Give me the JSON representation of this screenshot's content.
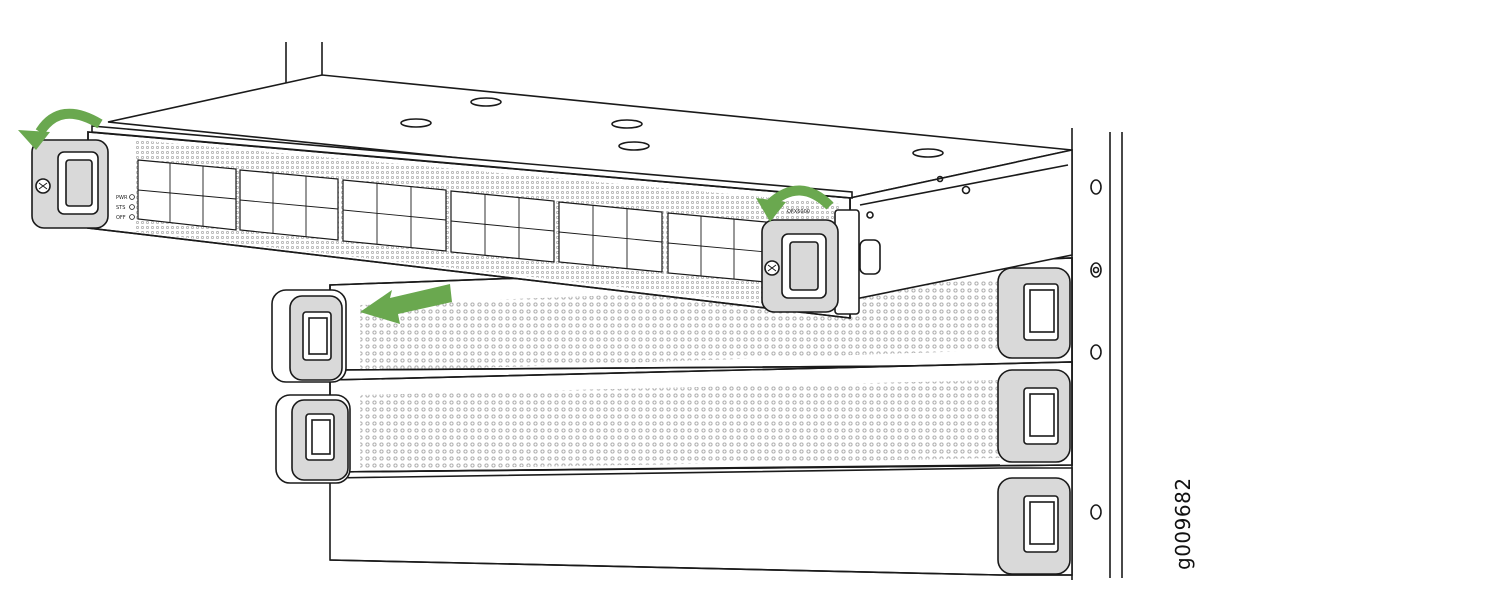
{
  "figure": {
    "id_label": "g009682",
    "led_labels": [
      "PWR",
      "STS",
      "OFF"
    ],
    "model_label": "QFX5000",
    "colors": {
      "arrow_green": "#6aa84f",
      "outline": "#1a1a1a",
      "handle_fill": "#d9d9d9",
      "perforation": "#bdbdbd"
    }
  }
}
